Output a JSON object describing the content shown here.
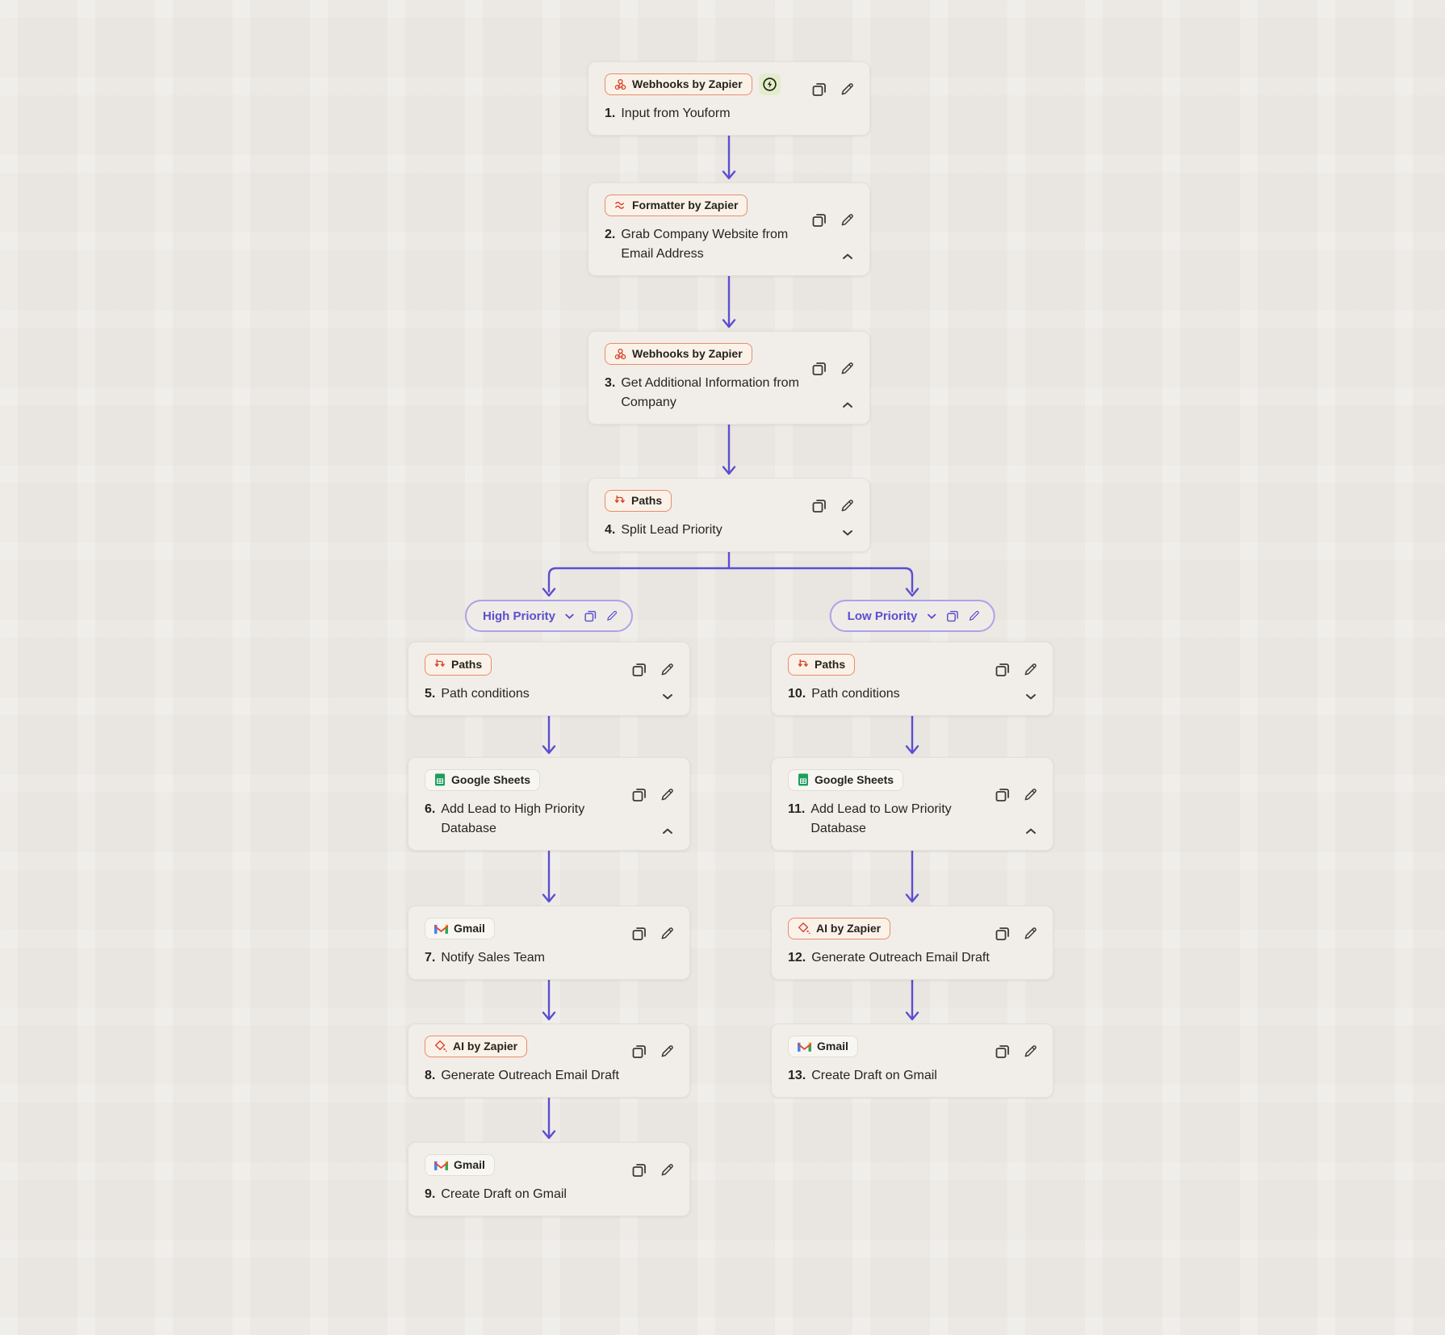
{
  "workflow": {
    "steps": [
      {
        "num": "1.",
        "title": "Input from Youform",
        "app": "Webhooks by Zapier",
        "icon": "webhook-icon",
        "badge_style": "orange",
        "instant_trigger": true,
        "toggle": null
      },
      {
        "num": "2.",
        "title": "Grab Company Website from Email Address",
        "app": "Formatter by Zapier",
        "icon": "formatter-icon",
        "badge_style": "orange",
        "instant_trigger": false,
        "toggle": "up"
      },
      {
        "num": "3.",
        "title": "Get Additional Information from Company",
        "app": "Webhooks by Zapier",
        "icon": "webhook-icon",
        "badge_style": "orange",
        "instant_trigger": false,
        "toggle": "up"
      },
      {
        "num": "4.",
        "title": "Split Lead Priority",
        "app": "Paths",
        "icon": "paths-icon",
        "badge_style": "orange",
        "instant_trigger": false,
        "toggle": "down"
      },
      {
        "num": "5.",
        "title": "Path conditions",
        "app": "Paths",
        "icon": "paths-icon",
        "badge_style": "orange",
        "instant_trigger": false,
        "toggle": "down"
      },
      {
        "num": "6.",
        "title": "Add Lead to High Priority Database",
        "app": "Google Sheets",
        "icon": "google-sheets-icon",
        "badge_style": "neutral",
        "instant_trigger": false,
        "toggle": "up"
      },
      {
        "num": "7.",
        "title": "Notify Sales Team",
        "app": "Gmail",
        "icon": "gmail-icon",
        "badge_style": "neutral",
        "instant_trigger": false,
        "toggle": null
      },
      {
        "num": "8.",
        "title": "Generate Outreach Email Draft",
        "app": "AI by Zapier",
        "icon": "ai-icon",
        "badge_style": "orange",
        "instant_trigger": false,
        "toggle": null
      },
      {
        "num": "9.",
        "title": "Create Draft on Gmail",
        "app": "Gmail",
        "icon": "gmail-icon",
        "badge_style": "neutral",
        "instant_trigger": false,
        "toggle": null
      },
      {
        "num": "10.",
        "title": "Path conditions",
        "app": "Paths",
        "icon": "paths-icon",
        "badge_style": "orange",
        "instant_trigger": false,
        "toggle": "down"
      },
      {
        "num": "11.",
        "title": "Add Lead to Low Priority Database",
        "app": "Google Sheets",
        "icon": "google-sheets-icon",
        "badge_style": "neutral",
        "instant_trigger": false,
        "toggle": "up"
      },
      {
        "num": "12.",
        "title": "Generate Outreach Email Draft",
        "app": "AI by Zapier",
        "icon": "ai-icon",
        "badge_style": "orange",
        "instant_trigger": false,
        "toggle": null
      },
      {
        "num": "13.",
        "title": "Create Draft on Gmail",
        "app": "Gmail",
        "icon": "gmail-icon",
        "badge_style": "neutral",
        "instant_trigger": false,
        "toggle": null
      }
    ],
    "branches": [
      {
        "label": "High Priority"
      },
      {
        "label": "Low Priority"
      }
    ]
  },
  "colors": {
    "canvas_bg": "#E9E5E0",
    "card_bg": "#F1EEE9",
    "connector_purple": "#5B4ED0",
    "branch_pill_border": "#ABA3E6",
    "branch_pill_text": "#5B4ED0",
    "app_badge_border": "#E98C6B",
    "app_badge_bg": "#FAF2E8",
    "app_icon_red": "#D8432D",
    "instant_badge_bg": "#E3EDCB",
    "sheets_green": "#1E9E5C",
    "gmail_red": "#EA4335",
    "gmail_blue": "#4285F4",
    "gmail_green": "#34A853",
    "gmail_yellow": "#FBBC04"
  }
}
